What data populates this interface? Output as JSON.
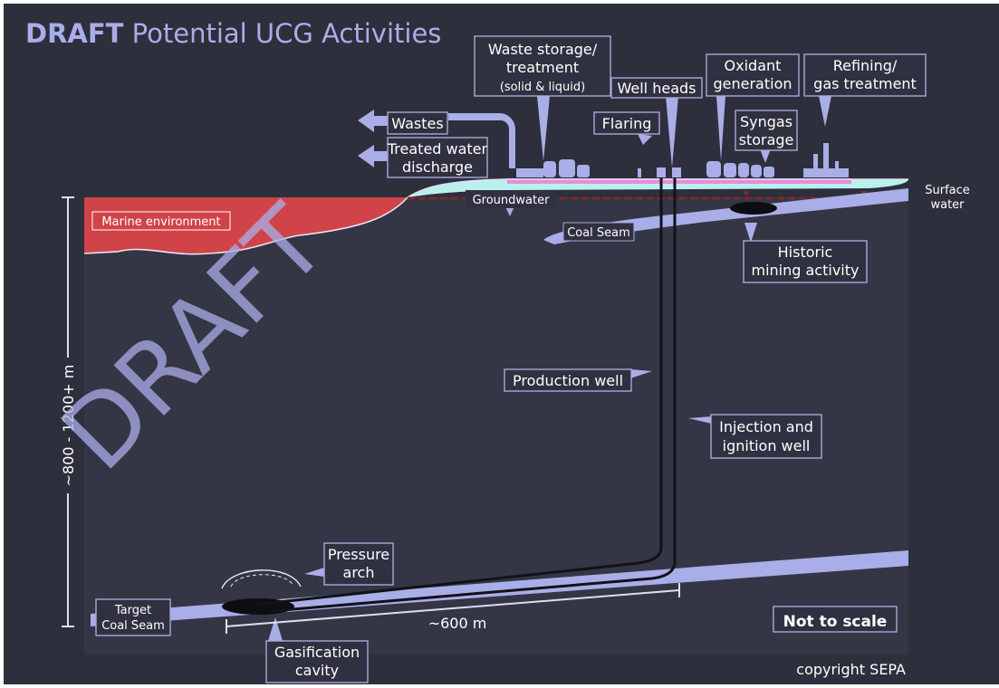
{
  "title": {
    "bold": "DRAFT",
    "rest": " Potential UCG Activities"
  },
  "watermark": "DRAFT",
  "labels": {
    "waste_storage_1": "Waste storage/",
    "waste_storage_2": "treatment",
    "waste_storage_3": "(solid & liquid)",
    "well_heads": "Well heads",
    "oxidant_1": "Oxidant",
    "oxidant_2": "generation",
    "refining_1": "Refining/",
    "refining_2": "gas treatment",
    "flaring": "Flaring",
    "syngas_1": "Syngas",
    "syngas_2": "storage",
    "wastes": "Wastes",
    "treated_1": "Treated water",
    "treated_2": "discharge",
    "groundwater": "Groundwater",
    "surface_water_1": "Surface",
    "surface_water_2": "water",
    "marine_environment": "Marine environment",
    "coal_seam": "Coal Seam",
    "historic_1": "Historic",
    "historic_2": "mining activity",
    "production_well": "Production well",
    "injection_1": "Injection and",
    "injection_2": "ignition well",
    "depth": "~800 - 1200+ m",
    "pressure_1": "Pressure",
    "pressure_2": "arch",
    "target_1": "Target",
    "target_2": "Coal Seam",
    "distance": "~600 m",
    "gasification_1": "Gasification",
    "gasification_2": "cavity",
    "not_to_scale": "Not to scale",
    "copyright": "copyright SEPA"
  },
  "colors": {
    "background": "#2d2f3c",
    "ground": "#343646",
    "marine": "#d04348",
    "accent": "#a9aee8",
    "pink": "#e88cd8",
    "surface": "#b9f0ee"
  }
}
